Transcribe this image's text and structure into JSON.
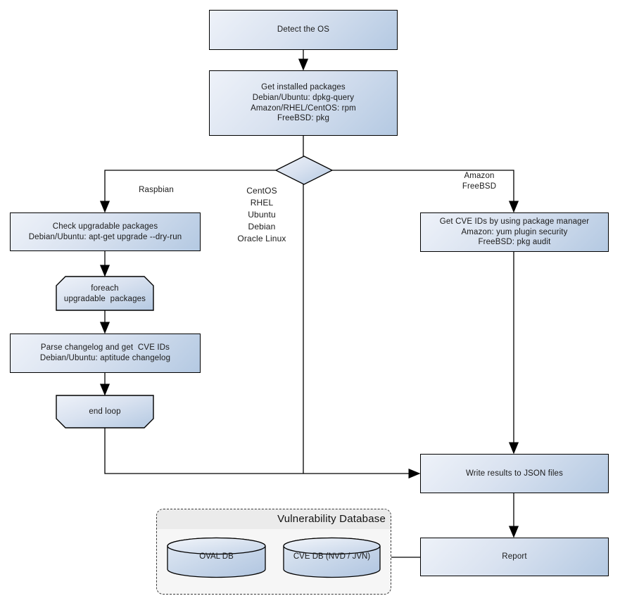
{
  "colors": {
    "node_fill_light": "#eef2f9",
    "node_fill_dark": "#b4c9e2",
    "node_border": "#000000",
    "connector": "#000000",
    "container_fill": "#f6f6f6",
    "container_header_fill": "#ebebeb",
    "text": "#1a1a1a"
  },
  "nodes": {
    "detect_os": {
      "label": "Detect the OS"
    },
    "get_installed_packages": {
      "lines": [
        "Get installed packages",
        "Debian/Ubuntu: dpkg-query",
        "Amazon/RHEL/CentOS: rpm",
        "FreeBSD: pkg"
      ]
    },
    "check_upgradable": {
      "lines": [
        "Check upgradable packages",
        "Debian/Ubuntu: apt-get upgrade --dry-run"
      ]
    },
    "foreach_loop": {
      "lines": [
        "foreach",
        "upgradable  packages"
      ]
    },
    "parse_changelog": {
      "lines": [
        "Parse changelog and get  CVE IDs",
        "Debian/Ubuntu: aptitude changelog"
      ]
    },
    "end_loop": {
      "label": "end loop"
    },
    "get_cve_ids": {
      "lines": [
        "Get CVE IDs by using package manager",
        "Amazon: yum plugin security",
        "FreeBSD: pkg audit"
      ]
    },
    "write_results": {
      "label": "Write results to JSON files"
    },
    "report": {
      "label": "Report"
    }
  },
  "branch_labels": {
    "left": "Raspbian",
    "middle": [
      "CentOS",
      "RHEL",
      "Ubuntu",
      "Debian",
      "Oracle Linux"
    ],
    "right": [
      "Amazon",
      "FreeBSD"
    ]
  },
  "database": {
    "title": "Vulnerability Database",
    "cylinders": [
      {
        "label": "OVAL DB"
      },
      {
        "label": "CVE DB (NVD / JVN)"
      }
    ]
  }
}
